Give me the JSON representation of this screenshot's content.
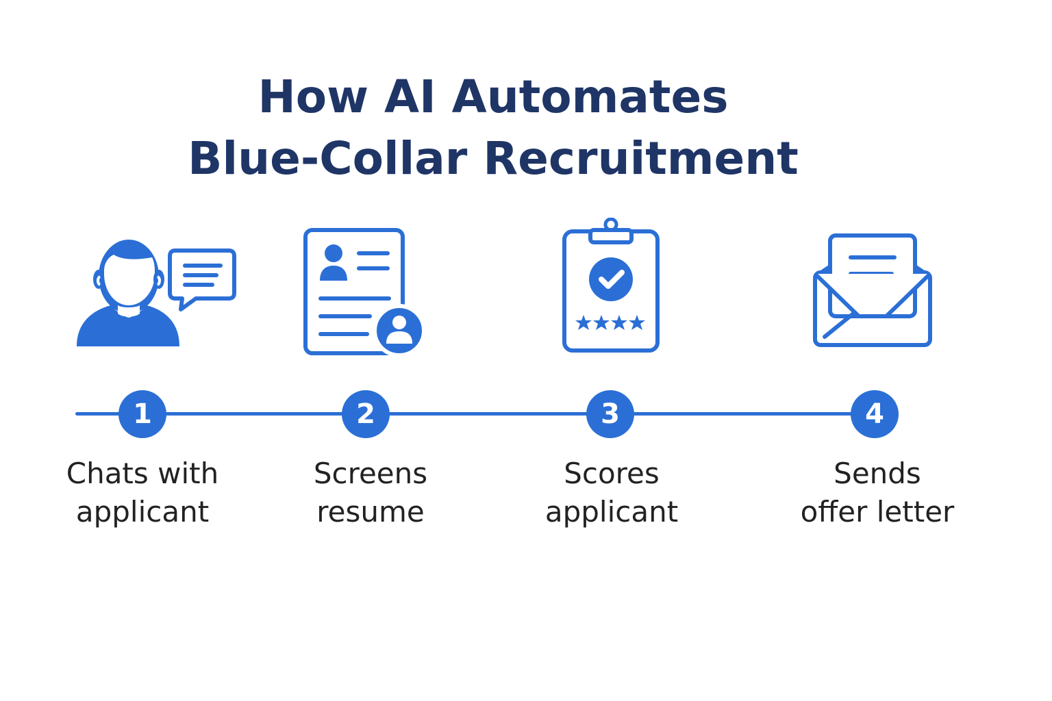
{
  "title": {
    "line1": "How AI Automates",
    "line2": "Blue-Collar Recruitment"
  },
  "colors": {
    "title": "#1f3566",
    "accent": "#2b6fd6",
    "label": "#222222",
    "background": "#ffffff"
  },
  "steps": [
    {
      "number": "1",
      "label_line1": "Chats with",
      "label_line2": "applicant",
      "icon": "person-chat-icon"
    },
    {
      "number": "2",
      "label_line1": "Screens",
      "label_line2": "resume",
      "icon": "resume-icon"
    },
    {
      "number": "3",
      "label_line1": "Scores",
      "label_line2": "applicant",
      "icon": "clipboard-rating-icon"
    },
    {
      "number": "4",
      "label_line1": "Sends",
      "label_line2": "offer letter",
      "icon": "envelope-letter-icon"
    }
  ]
}
